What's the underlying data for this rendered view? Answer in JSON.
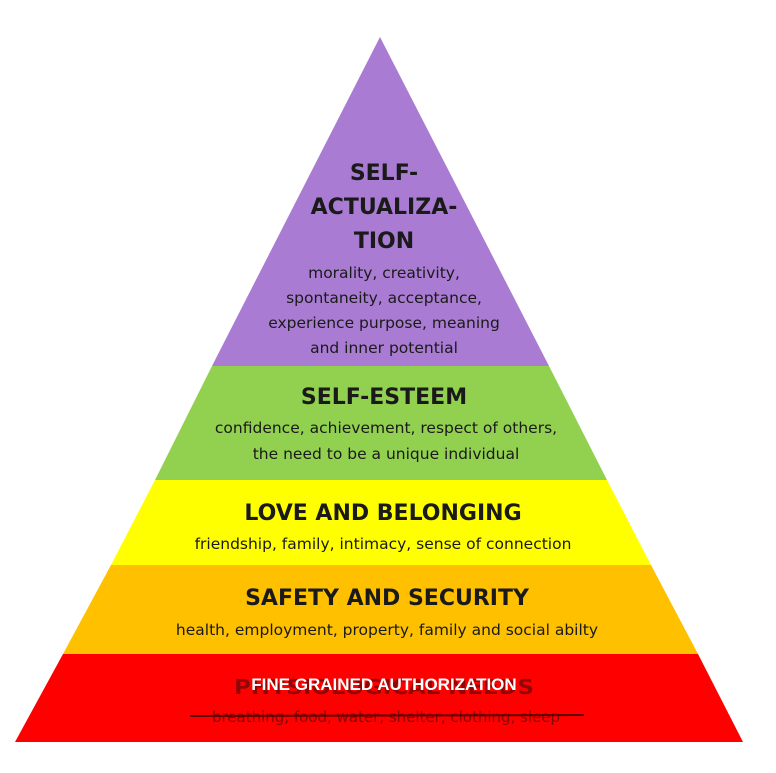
{
  "levels": [
    {
      "id": "self-actualization",
      "color": "#a97bd3",
      "title_lines": [
        "SELF-",
        "ACTUALIZA-",
        "TION"
      ],
      "desc_lines": [
        "morality, creativity,",
        "spontaneity, acceptance,",
        "experience purpose, meaning",
        "and inner potential"
      ]
    },
    {
      "id": "self-esteem",
      "color": "#92d050",
      "title_lines": [
        "SELF-ESTEEM"
      ],
      "desc_lines": [
        "confidence, achievement, respect of others,",
        "the need to be a unique individual"
      ]
    },
    {
      "id": "love-belonging",
      "color": "#ffff00",
      "title_lines": [
        "LOVE AND BELONGING"
      ],
      "desc_lines": [
        "friendship, family, intimacy, sense of connection"
      ]
    },
    {
      "id": "safety-security",
      "color": "#ffc000",
      "title_lines": [
        "SAFETY AND SECURITY"
      ],
      "desc_lines": [
        "health, employment, property, family and social abilty"
      ]
    },
    {
      "id": "physiological",
      "color": "#ff0000",
      "override_title": "FINE GRAINED AUTHORIZATION",
      "struck_title": "PHYSIOLOGICAL NEEDS",
      "struck_desc": "breathing, food, water, shelter, clothing, sleep"
    }
  ]
}
